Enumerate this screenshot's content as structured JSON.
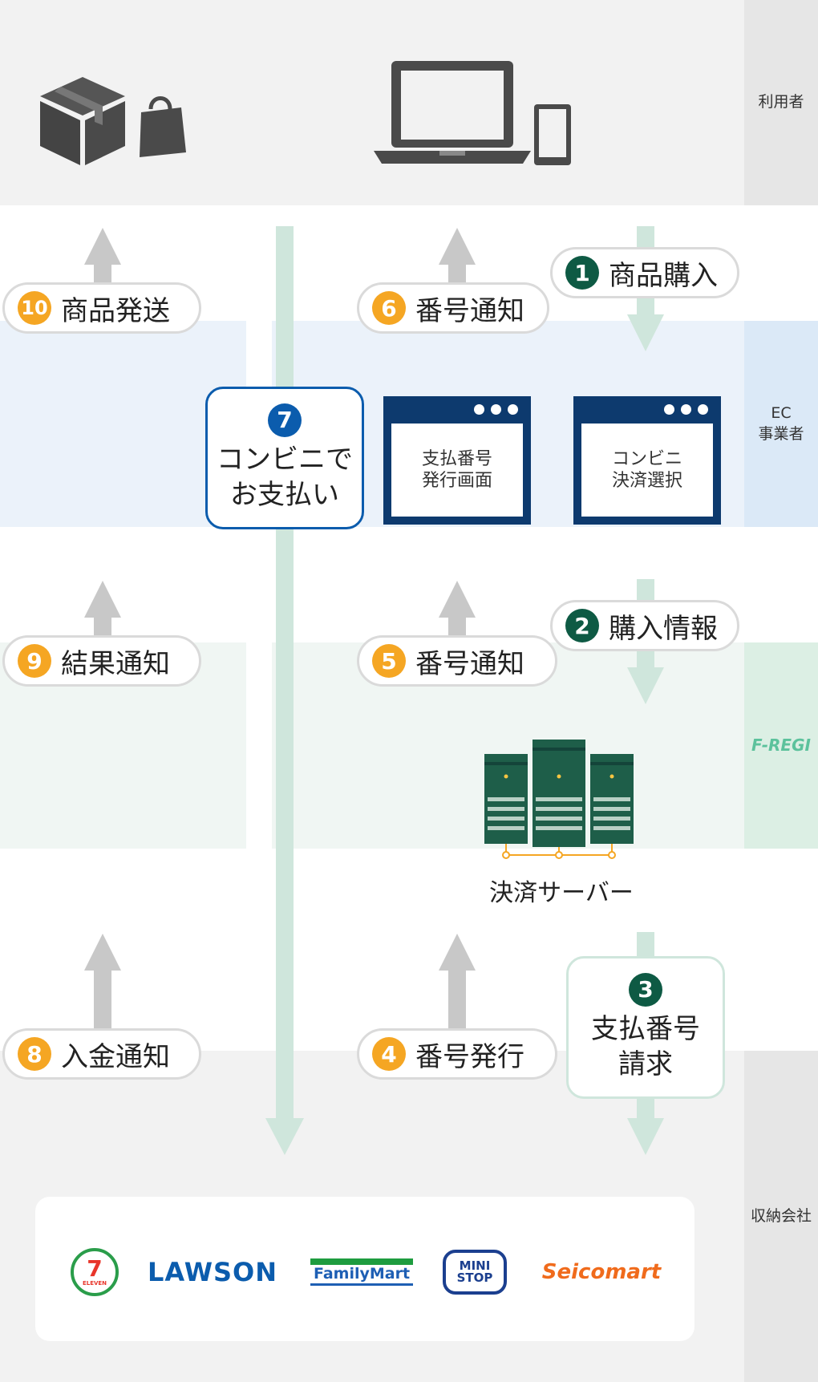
{
  "lanes": {
    "user": "利用者",
    "ec_line1": "EC",
    "ec_line2": "事業者",
    "fregi": "F-REGI",
    "store": "収納会社"
  },
  "steps": {
    "s1": {
      "num": "1",
      "text": "商品購入"
    },
    "s2": {
      "num": "2",
      "text": "購入情報"
    },
    "s3": {
      "num": "3",
      "line1": "支払番号",
      "line2": "請求"
    },
    "s4": {
      "num": "4",
      "text": "番号発行"
    },
    "s5": {
      "num": "5",
      "text": "番号通知"
    },
    "s6": {
      "num": "6",
      "text": "番号通知"
    },
    "s7": {
      "num": "7",
      "line1": "コンビニで",
      "line2": "お支払い"
    },
    "s8": {
      "num": "8",
      "text": "入金通知"
    },
    "s9": {
      "num": "9",
      "text": "結果通知"
    },
    "s10": {
      "num": "10",
      "text": "商品発送"
    }
  },
  "screens": {
    "payment_number": {
      "line1": "支払番号",
      "line2": "発行画面"
    },
    "konbini_select": {
      "line1": "コンビニ",
      "line2": "決済選択"
    }
  },
  "server": {
    "label": "決済サーバー"
  },
  "stores": {
    "seven": "ELEVEN",
    "lawson": "LAWSON",
    "familymart": "FamilyMart",
    "ministop_line1": "MINI",
    "ministop_line2": "STOP",
    "seicomart": "Seicomart"
  },
  "colors": {
    "orange": "#f5a623",
    "dark_green": "#0e5a44",
    "blue": "#0b5cad",
    "navy": "#0d3a6e",
    "gray_arrow": "#c8c8c8",
    "green_arrow": "#cfe6dc"
  }
}
